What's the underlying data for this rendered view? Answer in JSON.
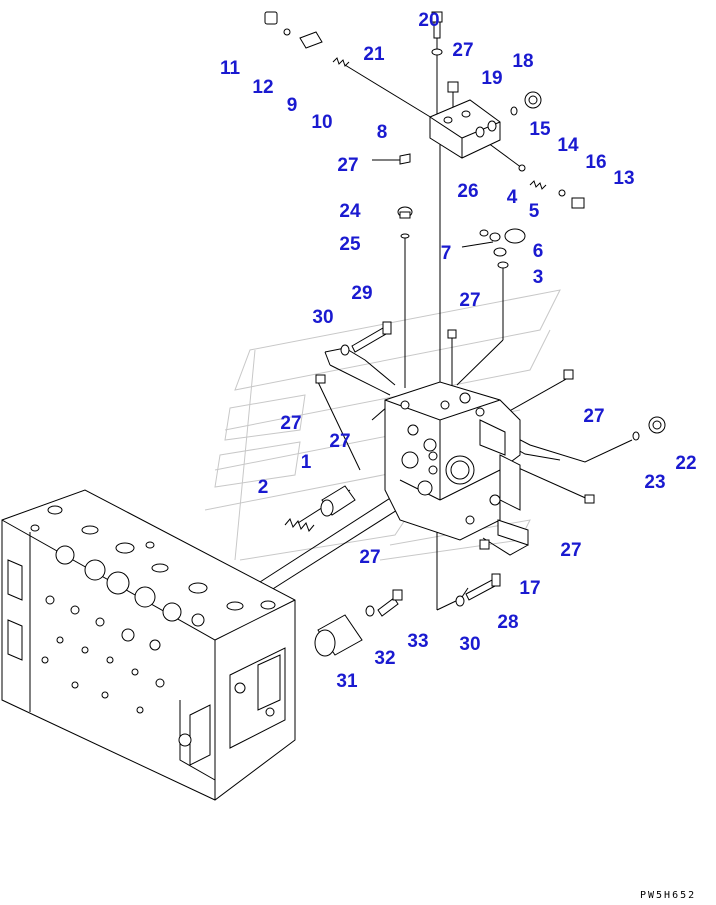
{
  "drawing_code": "PW5H652",
  "callouts": [
    {
      "id": "c20",
      "text": "20"
    },
    {
      "id": "c21",
      "text": "21"
    },
    {
      "id": "c27a",
      "text": "27"
    },
    {
      "id": "c18",
      "text": "18"
    },
    {
      "id": "c19",
      "text": "19"
    },
    {
      "id": "c11",
      "text": "11"
    },
    {
      "id": "c12",
      "text": "12"
    },
    {
      "id": "c9",
      "text": "9"
    },
    {
      "id": "c10",
      "text": "10"
    },
    {
      "id": "c8",
      "text": "8"
    },
    {
      "id": "c15",
      "text": "15"
    },
    {
      "id": "c14",
      "text": "14"
    },
    {
      "id": "c16",
      "text": "16"
    },
    {
      "id": "c13",
      "text": "13"
    },
    {
      "id": "c27b",
      "text": "27"
    },
    {
      "id": "c26",
      "text": "26"
    },
    {
      "id": "c4",
      "text": "4"
    },
    {
      "id": "c5",
      "text": "5"
    },
    {
      "id": "c24",
      "text": "24"
    },
    {
      "id": "c25",
      "text": "25"
    },
    {
      "id": "c7",
      "text": "7"
    },
    {
      "id": "c6",
      "text": "6"
    },
    {
      "id": "c3",
      "text": "3"
    },
    {
      "id": "c29",
      "text": "29"
    },
    {
      "id": "c27c",
      "text": "27"
    },
    {
      "id": "c30a",
      "text": "30"
    },
    {
      "id": "c27d",
      "text": "27"
    },
    {
      "id": "c27e",
      "text": "27"
    },
    {
      "id": "c27f",
      "text": "27"
    },
    {
      "id": "c1",
      "text": "1"
    },
    {
      "id": "c22",
      "text": "22"
    },
    {
      "id": "c23",
      "text": "23"
    },
    {
      "id": "c2",
      "text": "2"
    },
    {
      "id": "c27g",
      "text": "27"
    },
    {
      "id": "c27h",
      "text": "27"
    },
    {
      "id": "c17",
      "text": "17"
    },
    {
      "id": "c28",
      "text": "28"
    },
    {
      "id": "c33",
      "text": "33"
    },
    {
      "id": "c30b",
      "text": "30"
    },
    {
      "id": "c32",
      "text": "32"
    },
    {
      "id": "c31",
      "text": "31"
    }
  ]
}
